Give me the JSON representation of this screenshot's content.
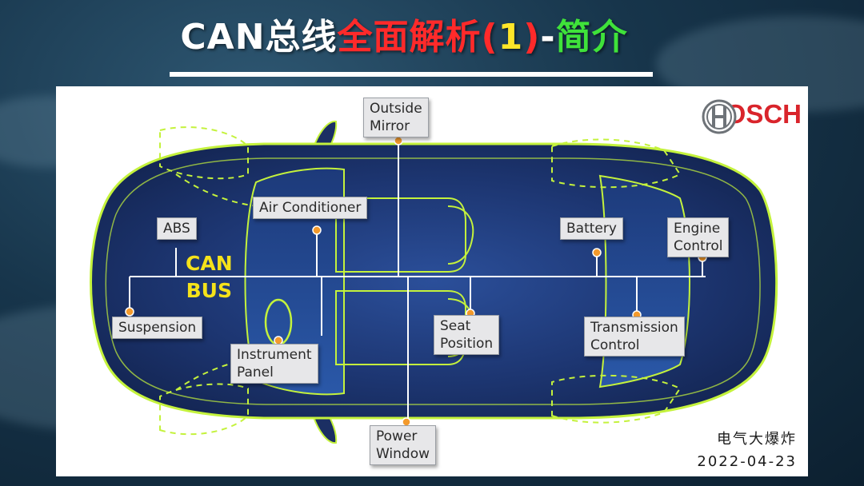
{
  "title": {
    "part1": "CAN总线",
    "part2": "全面解析(",
    "part3": "1",
    "part4": ")",
    "part5": "-",
    "part6": "简介"
  },
  "colors": {
    "title_white": "#ffffff",
    "title_red": "#ff2a2a",
    "title_yellow": "#ffe629",
    "title_green": "#3fe23a",
    "car_body": "#1b2f63",
    "car_outline": "#c4f23c",
    "bus_line": "#ffffff",
    "node_dot": "#f39a2c",
    "can_bus_text": "#f5e21a",
    "bosch_red": "#d9242b"
  },
  "diagram": {
    "can_bus_label": "CAN\nBUS",
    "nodes": {
      "outside_mirror": "Outside\nMirror",
      "air_conditioner": "Air Conditioner",
      "abs": "ABS",
      "battery": "Battery",
      "engine_control": "Engine\nControl",
      "suspension": "Suspension",
      "instrument_panel": "Instrument\nPanel",
      "seat_position": "Seat\nPosition",
      "transmission_control": "Transmission\nControl",
      "power_window": "Power\nWindow"
    }
  },
  "logo": {
    "brand": "BOSCH"
  },
  "watermark": {
    "author": "电气大爆炸",
    "date": "2022-04-23"
  }
}
